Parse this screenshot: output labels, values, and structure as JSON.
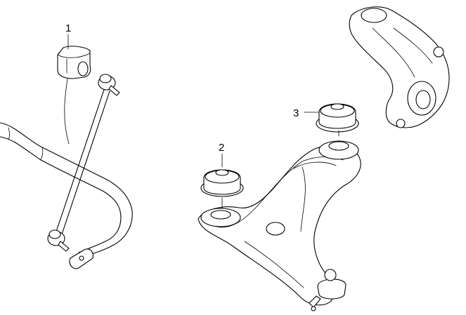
{
  "callouts": [
    {
      "id": "1",
      "label": "1"
    },
    {
      "id": "2",
      "label": "2"
    },
    {
      "id": "3",
      "label": "3"
    }
  ],
  "parts": [
    "stabilizer-bar",
    "stabilizer-bushing",
    "stabilizer-link",
    "lower-control-arm",
    "front-arm-bushing",
    "rear-arm-bushing",
    "steering-knuckle",
    "ball-joint"
  ]
}
